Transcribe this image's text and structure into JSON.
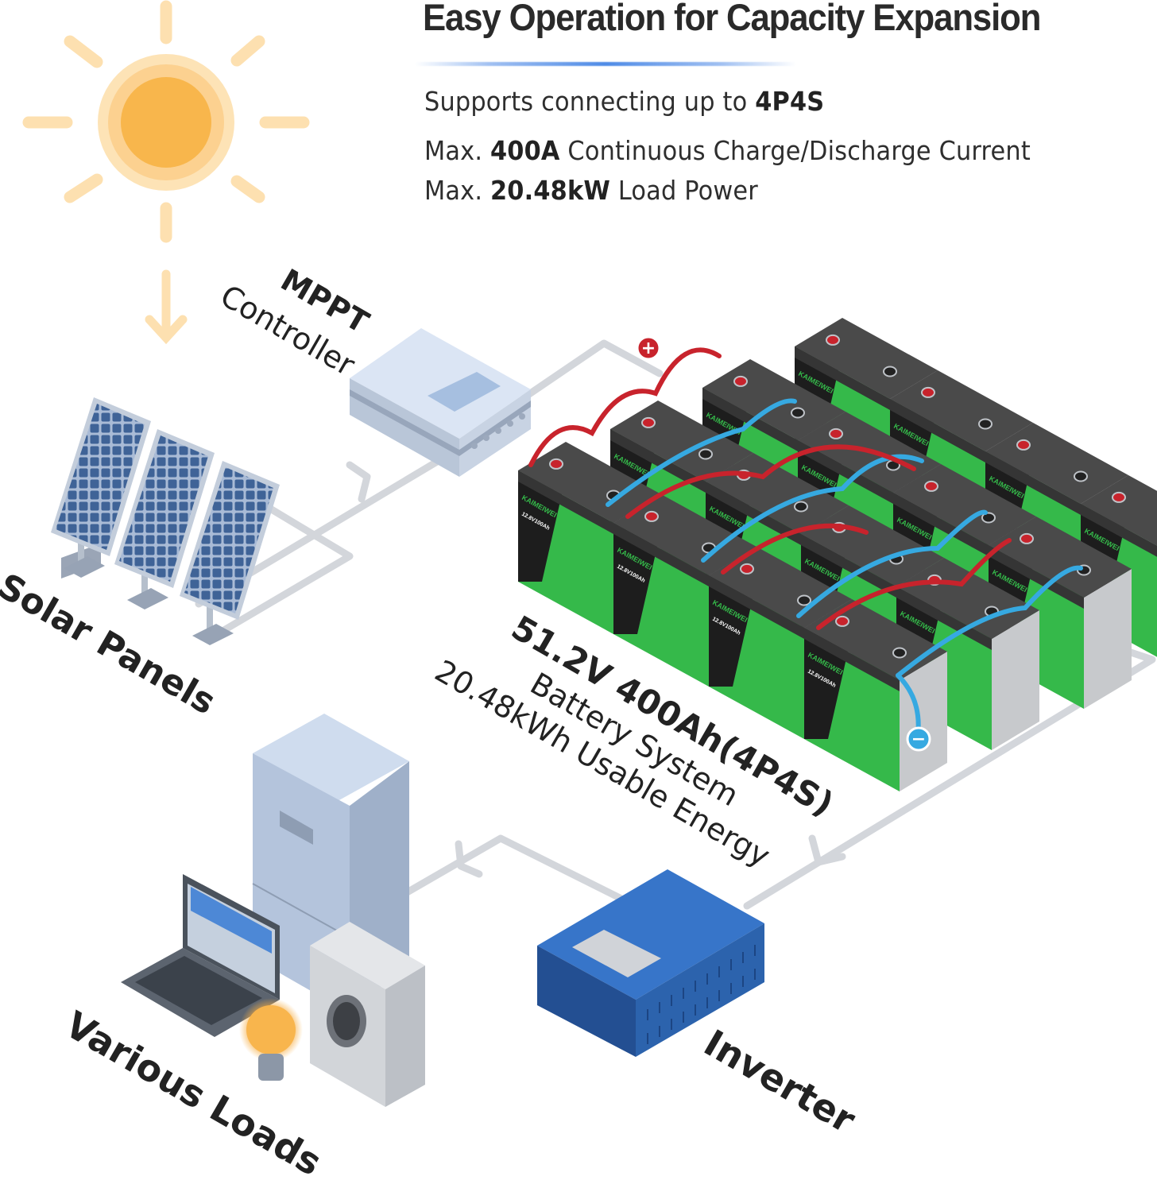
{
  "header": {
    "title": "Easy Operation for Capacity Expansion",
    "specs": [
      {
        "prefix": "Supports connecting up to ",
        "highlight": "4P4S",
        "suffix": ""
      },
      {
        "prefix": "Max. ",
        "highlight": "400A",
        "suffix": " Continuous Charge/Discharge Current"
      },
      {
        "prefix": "Max. ",
        "highlight": "20.48kW",
        "suffix": " Load Power"
      }
    ]
  },
  "diagram": {
    "nodes": {
      "sun": {
        "label": ""
      },
      "mppt": {
        "line1": "MPPT",
        "line2": "Controller"
      },
      "solar": {
        "label": "Solar Panels"
      },
      "battery": {
        "line1": "51.2V 400Ah(4P4S)",
        "line2": "Battery System",
        "line3": "20.48kWh Usable Energy",
        "brand": "KAIMEIWEI",
        "cell_rating": "12.8V100Ah",
        "configuration": "4P4S",
        "positive_symbol": "+",
        "negative_symbol": "−"
      },
      "inverter": {
        "label": "Inverter"
      },
      "loads": {
        "label": "Various Loads"
      }
    },
    "flow": [
      "Sun",
      "Solar Panels",
      "MPPT Controller",
      "Battery System",
      "Inverter",
      "Various Loads"
    ],
    "colors": {
      "sun_core": "#f8b64c",
      "sun_ring": "#fcd190",
      "sun_rays": "#fde0b0",
      "flow_line": "#d3d6db",
      "battery_green": "#35b94a",
      "battery_top": "#4a4a4a",
      "cable_red": "#c8232c",
      "cable_blue": "#36a9e1",
      "cable_orange": "#f5a623",
      "inverter_blue": "#2f6fc0",
      "mppt_body": "#c9d5e8",
      "accent_line": "#4f8be6"
    }
  }
}
